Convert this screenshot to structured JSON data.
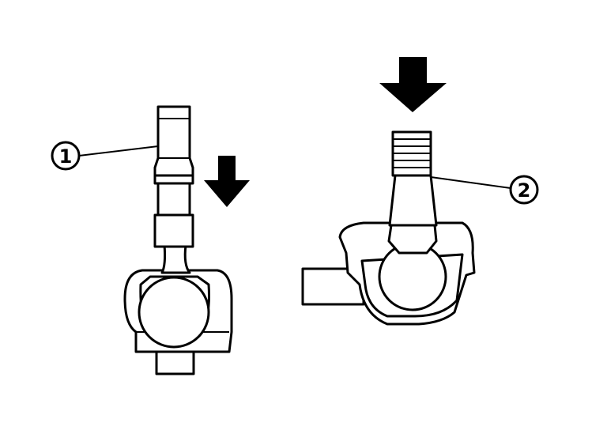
{
  "diagram": {
    "labels": [
      {
        "id": "1",
        "text": "1"
      },
      {
        "id": "2",
        "text": "2"
      }
    ],
    "arrows": [
      {
        "name": "press-arrow-left",
        "direction": "down"
      },
      {
        "name": "press-arrow-right",
        "direction": "down"
      }
    ],
    "colors": {
      "line": "#000000",
      "background": "#ffffff"
    }
  }
}
